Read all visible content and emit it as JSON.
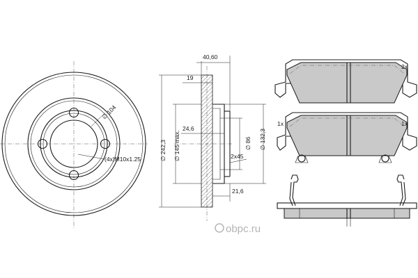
{
  "dimensions": {
    "bolt_circle": "∅ 104",
    "bolt_spec": "(4x)M10x1.25",
    "total_width": "40,60",
    "thickness": "19",
    "outer_diameter": "∅ 242,3",
    "max_diameter": "∅ 145 max.",
    "hub_height": "24,6",
    "center_bore": "∅ 86",
    "flange_diameter": "∅ 132,3",
    "chamfer": "2x45",
    "offset": "21,6"
  },
  "pad_quantities": {
    "top_pad": "2x",
    "middle_pad_left": "1x",
    "middle_pad_right": "1x"
  },
  "watermark": {
    "text": "obpc.ru",
    "color": "#b5b5b5"
  },
  "colors": {
    "line": "#1a1a1a",
    "pad_fill": "#c9c9c9",
    "background": "#ffffff"
  }
}
